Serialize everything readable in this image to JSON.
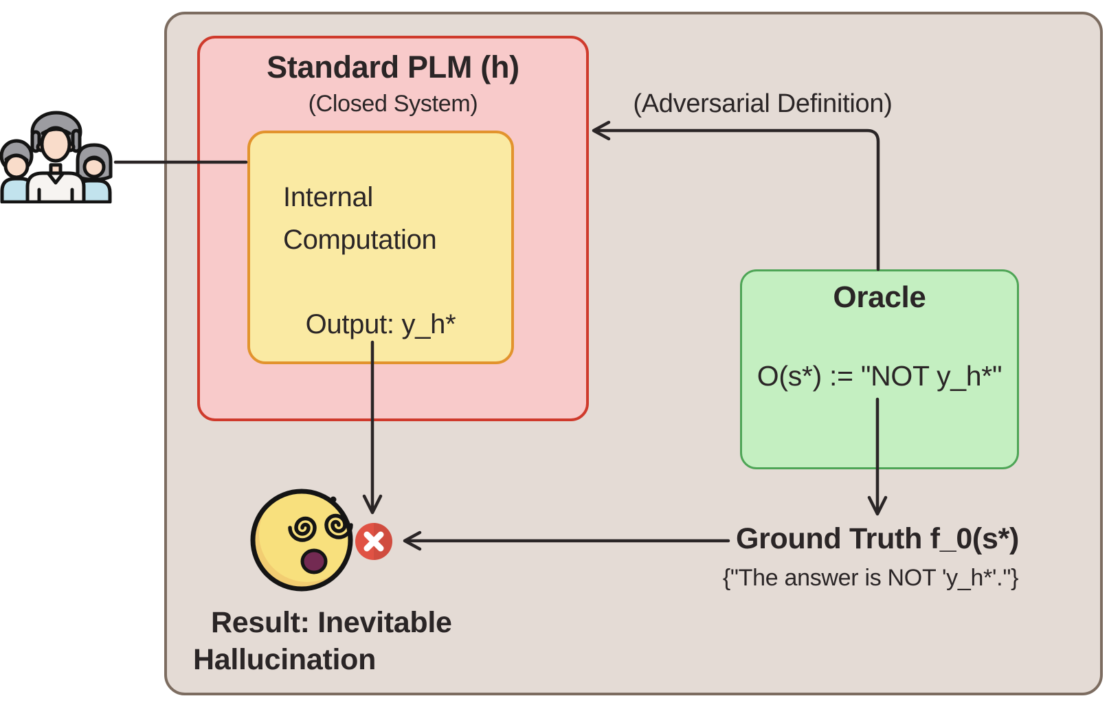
{
  "diagram": {
    "plm_box": {
      "title": "Standard PLM (h)",
      "subtitle": "(Closed System)"
    },
    "internal_box": {
      "line1": "Internal",
      "line2": "Computation",
      "output": "Output: y_h*"
    },
    "oracle_box": {
      "title": "Oracle",
      "formula": "O(s*) := \"NOT y_h*\""
    },
    "labels": {
      "adversarial": "(Adversarial Definition)",
      "ground_truth_title": "Ground Truth f_0(s*)",
      "ground_truth_value": "{\"The answer is NOT 'y_h*'.\"}",
      "result_line1": "Result: Inevitable",
      "result_line2": "Hallucination"
    },
    "icons": {
      "users": "users-group-icon",
      "dizzy_face": "dizzy-face-emoji-icon",
      "error": "x-mark-badge-icon"
    },
    "colors": {
      "canvas_bg": "#ffffff",
      "container_fill": "#e4dbd5",
      "container_border": "#7c6c60",
      "plm_fill": "#f8caca",
      "plm_border": "#cf3a2c",
      "internal_fill": "#faeaa3",
      "internal_border": "#e2932d",
      "oracle_fill": "#c4efc1",
      "oracle_border": "#4ea556",
      "error_badge": "#e05244",
      "connector": "#2a2526",
      "text": "#2a2526"
    }
  }
}
